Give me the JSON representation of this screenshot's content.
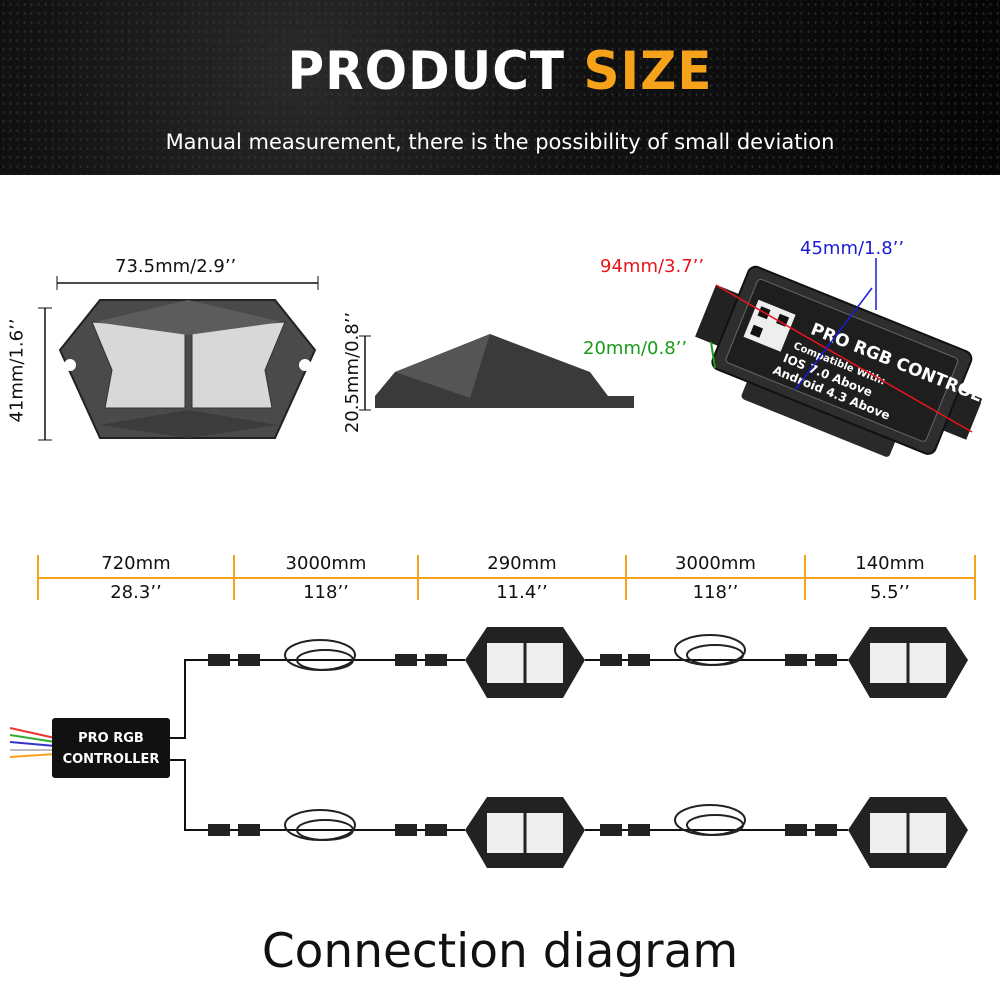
{
  "header": {
    "title_main": "PRODUCT",
    "title_accent": "SIZE",
    "subtitle": "Manual measurement, there is the possibility of small deviation",
    "accent_color": "#f7a21b"
  },
  "rock_light": {
    "width_label": "73.5mm/2.9’’",
    "height_label": "41mm/1.6’’",
    "depth_label": "20.5mm/0.8’’"
  },
  "controller": {
    "length_label": "94mm/3.7’’",
    "width_label": "45mm/1.8’’",
    "height_label": "20mm/0.8’’",
    "length_color": "#e8141a",
    "width_color": "#1c1cd8",
    "height_color": "#1a9a1a",
    "device_title": "PRO RGB CONTROLLER",
    "compat_heading": "Compatible With:",
    "compat_ios": "IOS 7.0 Above",
    "compat_android": "Android 4.3 Above"
  },
  "wiring_dimensions": {
    "line_color": "#f7a21b",
    "segments": [
      {
        "mm": "720mm",
        "inch": "28.3’’"
      },
      {
        "mm": "3000mm",
        "inch": "118’’"
      },
      {
        "mm": "290mm",
        "inch": "11.4’’"
      },
      {
        "mm": "3000mm",
        "inch": "118’’"
      },
      {
        "mm": "140mm",
        "inch": "5.5’’"
      }
    ]
  },
  "diagram": {
    "controller_line1": "PRO  RGB",
    "controller_line2": "CONTROLLER",
    "caption": "Connection diagram"
  }
}
